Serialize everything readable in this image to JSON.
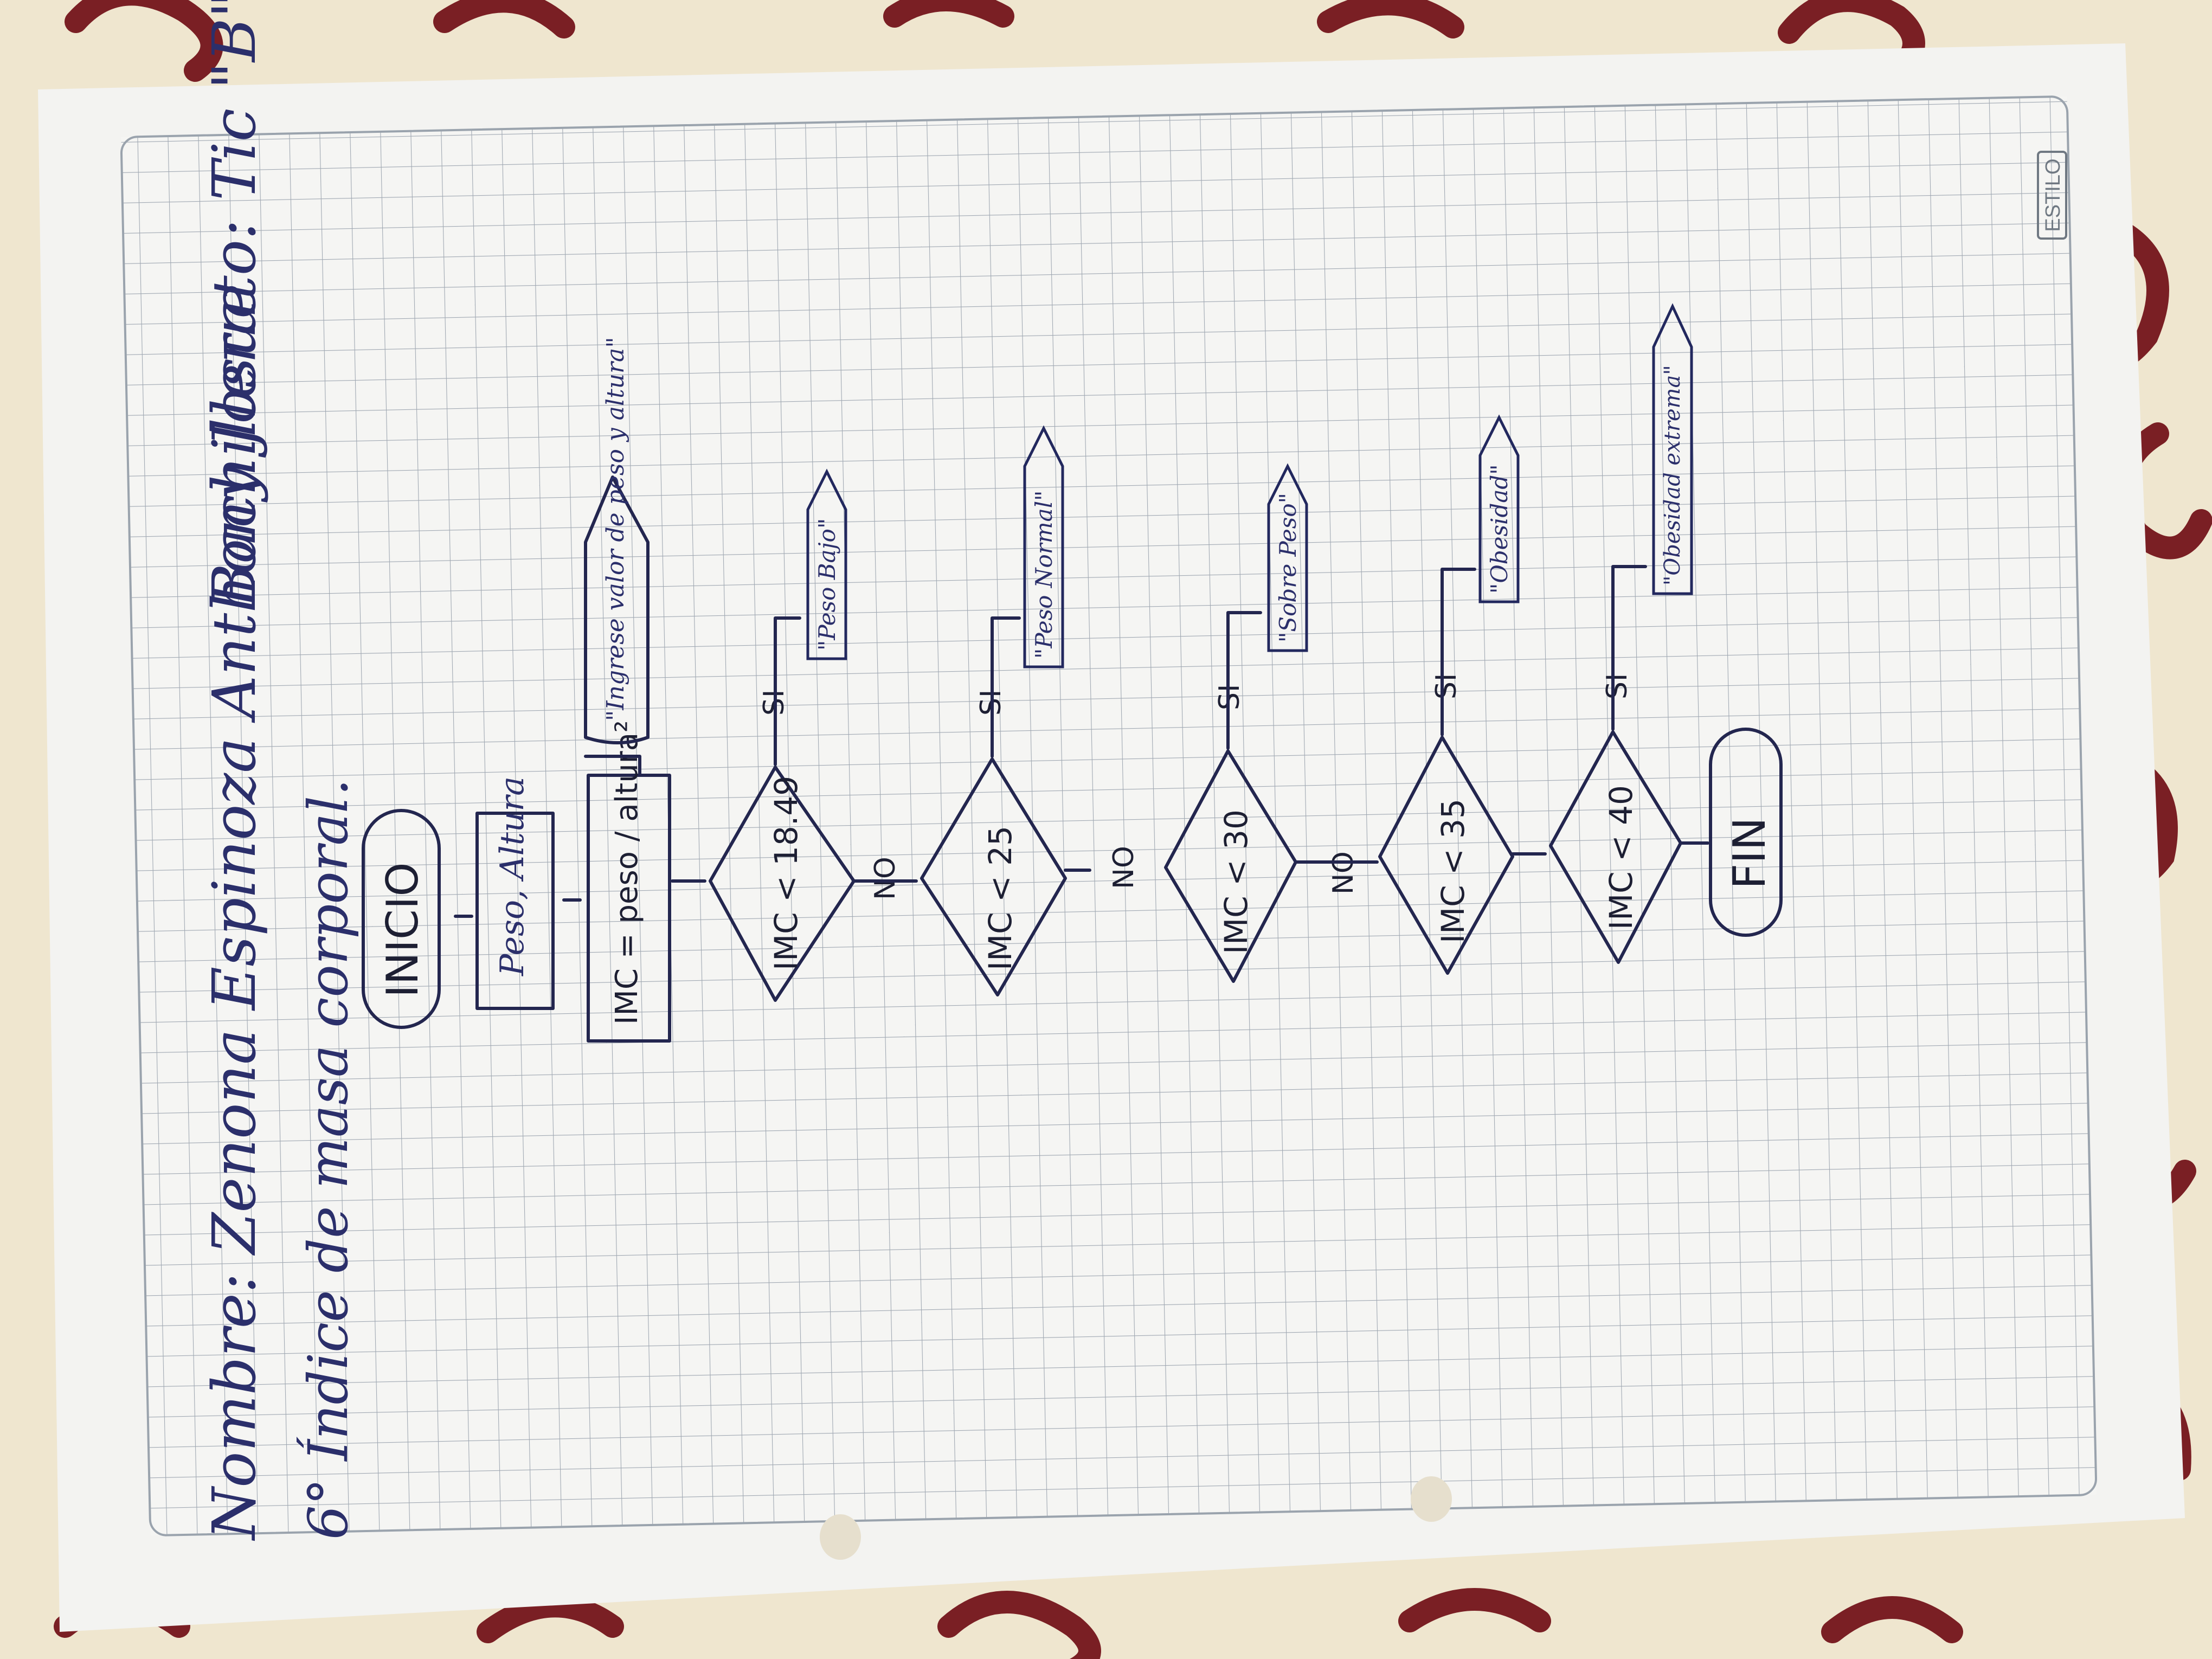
{
  "header": {
    "name_line": "Nombre: Zenona Espinoza Anthony Josue",
    "course_line": "Bachillerato: Tic \"B\"",
    "exercise_line": "6° Índice de masa corporal."
  },
  "paper": {
    "brand": "ESTILO"
  },
  "flowchart": {
    "start": "INICIO",
    "input": "Peso, Altura",
    "process": "IMC = peso / altura²",
    "prompt": "\"Ingrese valor de peso y altura\"",
    "end": "FIN",
    "yes_label": "SI",
    "no_label": "NO",
    "decisions": [
      {
        "cond": "IMC < 18.49",
        "output": "\"Peso Bajo\""
      },
      {
        "cond": "IMC < 25",
        "output": "\"Peso Normal\""
      },
      {
        "cond": "IMC < 30",
        "output": "\"Sobre Peso\""
      },
      {
        "cond": "IMC < 35",
        "output": "\"Obesidad\""
      },
      {
        "cond": "IMC < 40",
        "output": "\"Obesidad extrema\""
      }
    ]
  },
  "colors": {
    "ink_dark": "#23264f",
    "ink_blue": "#2b2f6b",
    "grid": "#9aa3ad",
    "tablecloth": "#7a1f24"
  }
}
